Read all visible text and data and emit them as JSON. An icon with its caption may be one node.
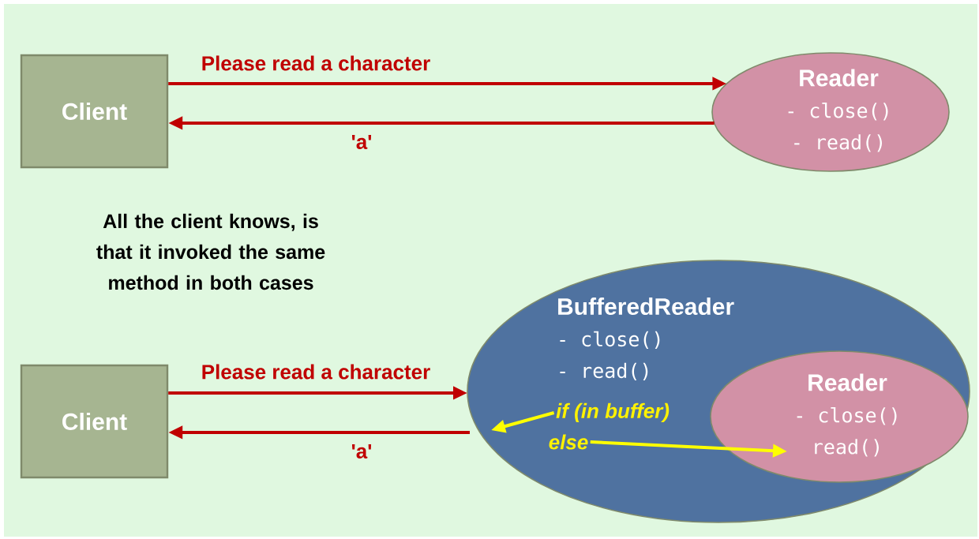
{
  "diagram": {
    "nodes": [
      {
        "text": [
          "Client"
        ]
      },
      {
        "text": [
          "Reader",
          "-  close()",
          "-  read()"
        ]
      },
      {
        "text": [
          "Client"
        ]
      },
      {
        "text": [
          "BufferedReader",
          "-  close()",
          "-  read()"
        ]
      },
      {
        "text": [
          "Reader",
          "-  close()",
          "read()"
        ],
        "in": 3
      },
      {
        "text": [
          "if (*in buffer*)"
        ],
        "in": 3
      },
      {
        "text": [
          "else"
        ],
        "in": 3
      }
    ],
    "edges": [
      {
        "from": 0,
        "to": 1,
        "arrow": "to",
        "label": "Please read a character"
      },
      {
        "from": 1,
        "to": 0,
        "arrow": "to",
        "label": "'a'"
      },
      {
        "from": 2,
        "to": 3,
        "arrow": "to",
        "label": "Please read a character"
      },
      {
        "from": 3,
        "to": 2,
        "arrow": "to",
        "label": "'a'"
      },
      {
        "from": 5,
        "to": null,
        "arrow": "to",
        "color": "#ffff00"
      },
      {
        "from": 6,
        "to": 4,
        "arrow": "to",
        "color": "#ffff00"
      }
    ],
    "labels": [
      "All the client knows, is that it invoked the same method in both cases"
    ]
  }
}
